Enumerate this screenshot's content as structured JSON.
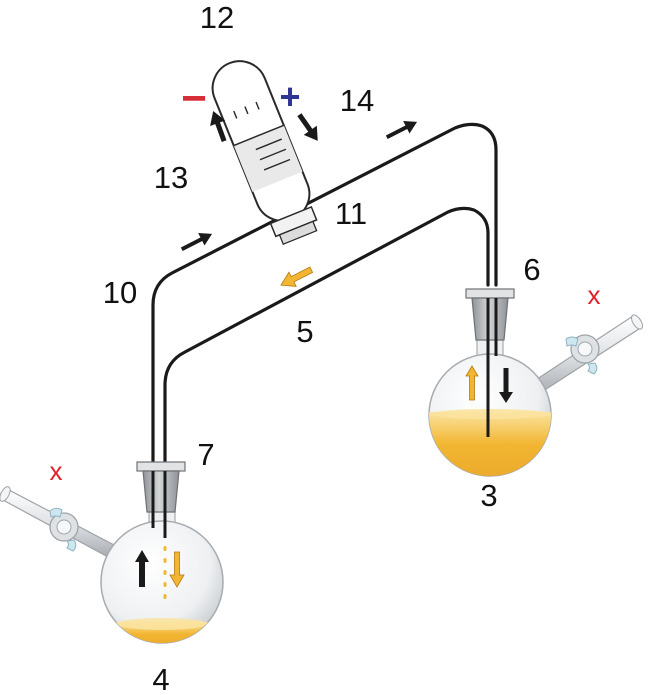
{
  "labels": {
    "n3": "3",
    "n4": "4",
    "n5": "5",
    "n6": "6",
    "n7": "7",
    "n10": "10",
    "n11": "11",
    "n12": "12",
    "n13": "13",
    "n14": "14"
  },
  "signs": {
    "minus": "−",
    "plus": "+"
  },
  "valve_marks": {
    "left": "x",
    "right": "x"
  },
  "colors": {
    "tube": "#1a1a1a",
    "liquid": "#f2b632",
    "liquid_light": "#fbe3a0",
    "yellow_arrow": "#f2b632",
    "black_arrow": "#1a1a1a",
    "minus": "#d62f3a",
    "plus": "#2f3592",
    "valve_mark": "#e0202a",
    "glass": "#eef0f2",
    "stopper": "#b9bcbf"
  },
  "icons": {
    "flow_arrow": "arrow-icon",
    "valve": "stopcock-icon"
  }
}
